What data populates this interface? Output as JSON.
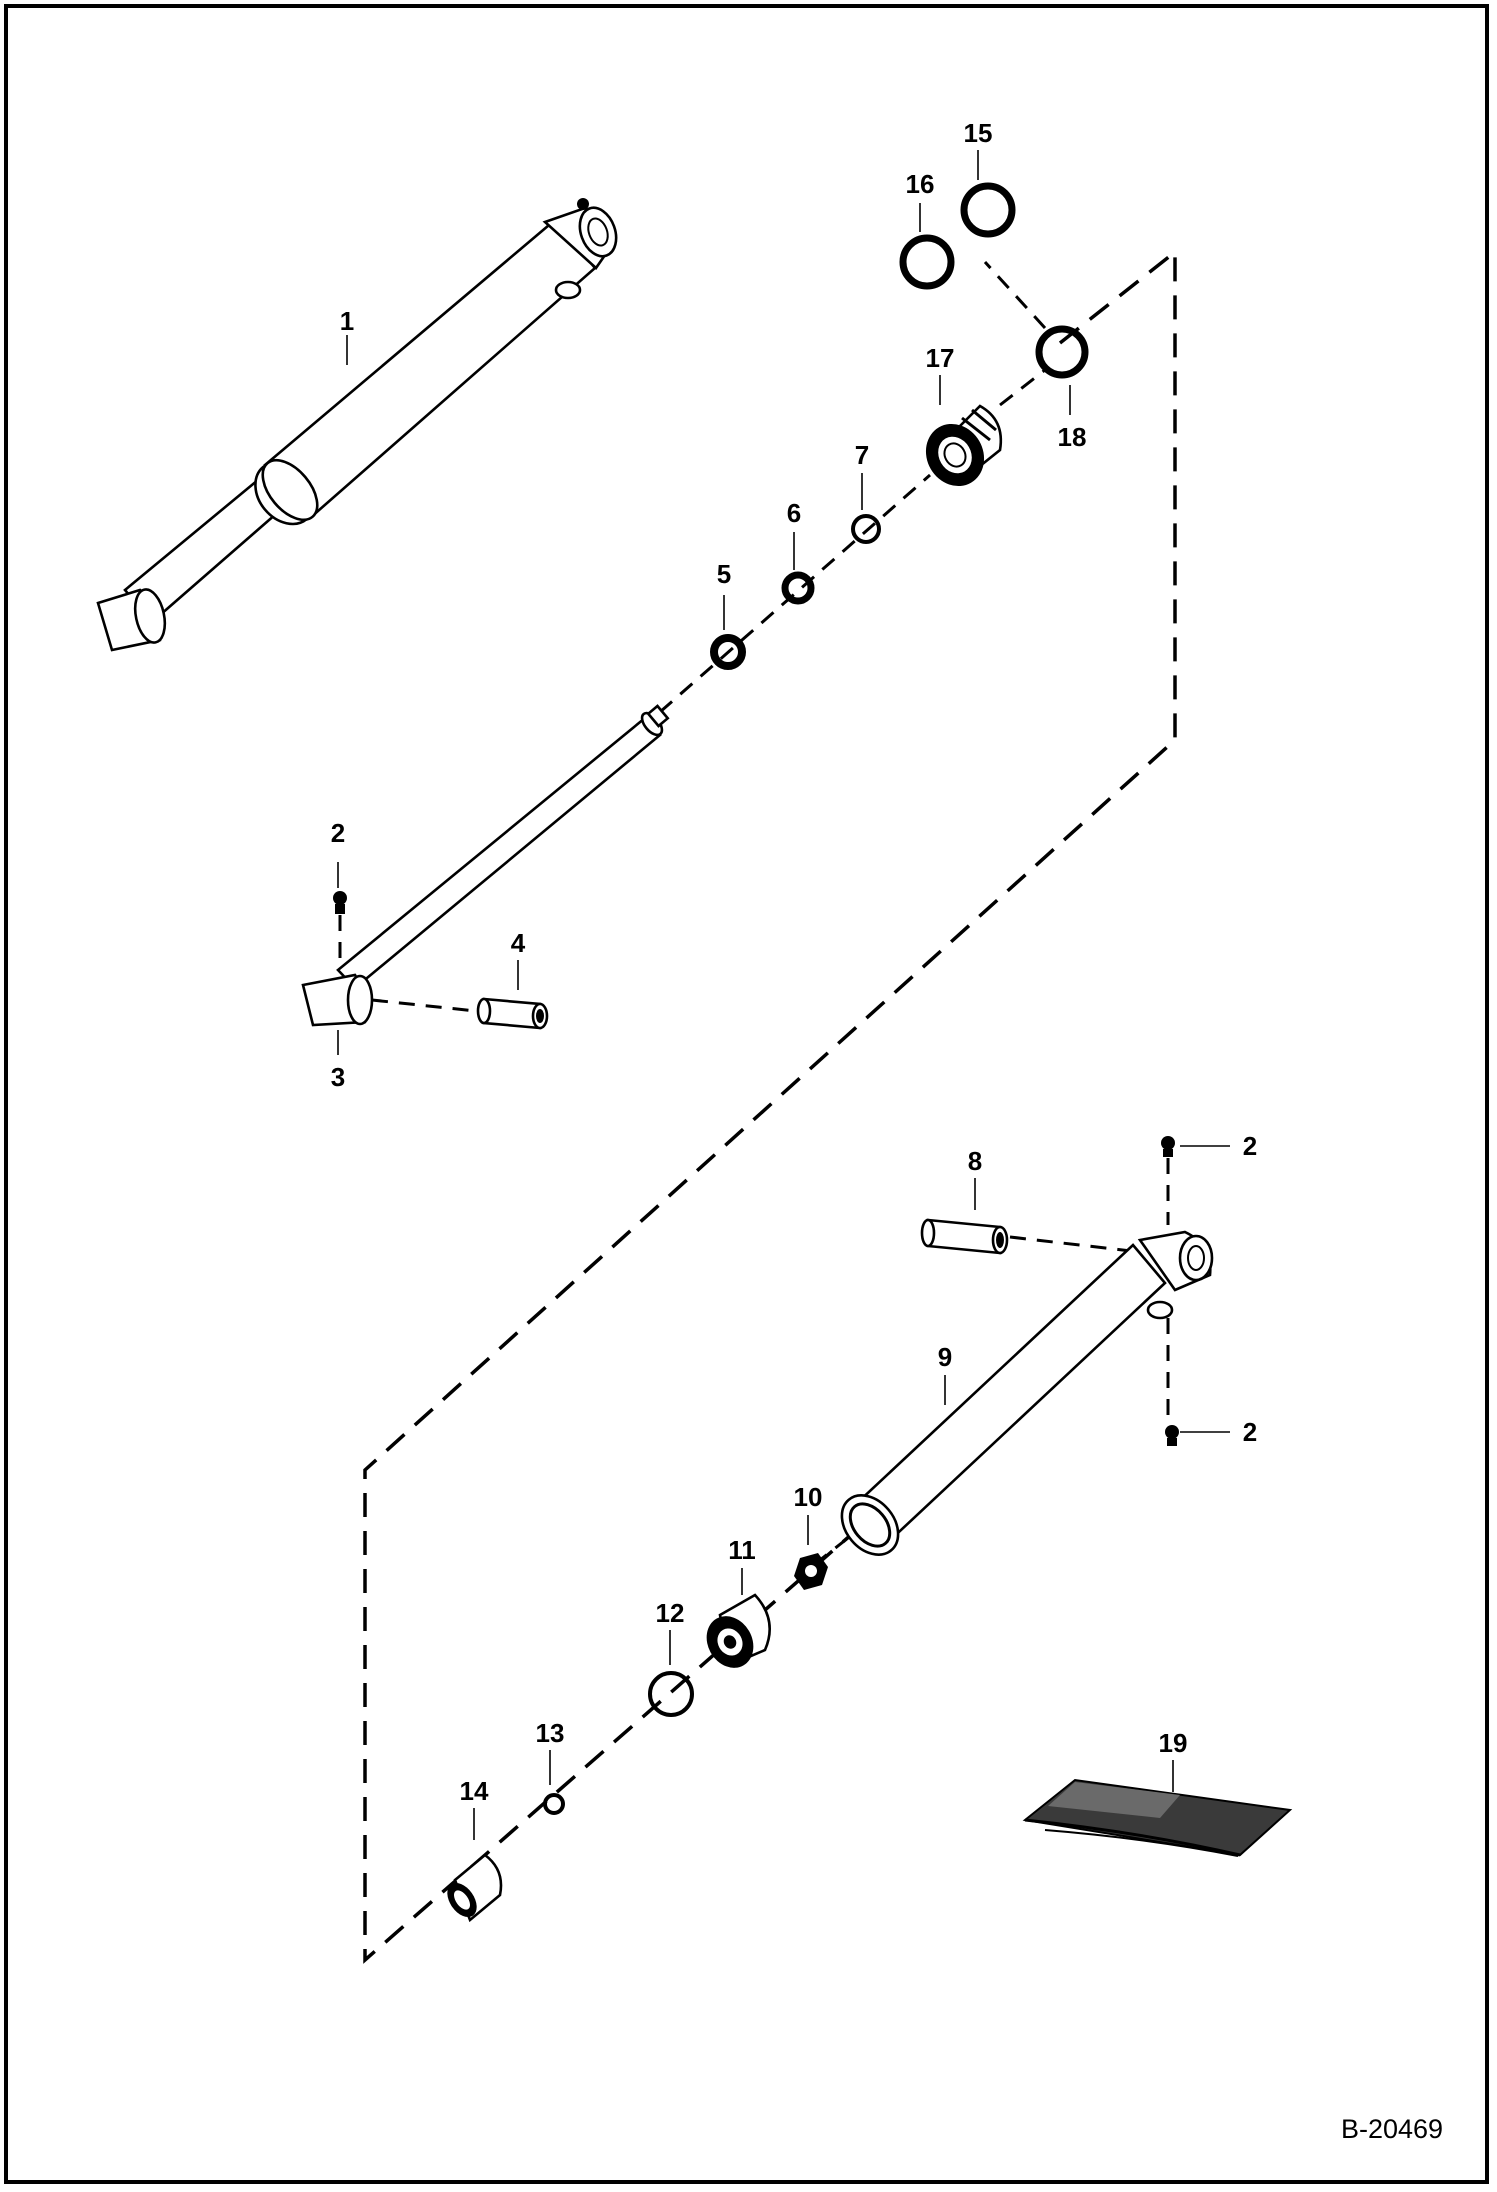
{
  "diagram": {
    "drawing_number": "B-20469",
    "callouts": [
      {
        "id": "c1",
        "number": "1"
      },
      {
        "id": "c2a",
        "number": "2"
      },
      {
        "id": "c2b",
        "number": "2"
      },
      {
        "id": "c2c",
        "number": "2"
      },
      {
        "id": "c3",
        "number": "3"
      },
      {
        "id": "c4",
        "number": "4"
      },
      {
        "id": "c5",
        "number": "5"
      },
      {
        "id": "c6",
        "number": "6"
      },
      {
        "id": "c7",
        "number": "7"
      },
      {
        "id": "c8",
        "number": "8"
      },
      {
        "id": "c9",
        "number": "9"
      },
      {
        "id": "c10",
        "number": "10"
      },
      {
        "id": "c11",
        "number": "11"
      },
      {
        "id": "c12",
        "number": "12"
      },
      {
        "id": "c13",
        "number": "13"
      },
      {
        "id": "c14",
        "number": "14"
      },
      {
        "id": "c15",
        "number": "15"
      },
      {
        "id": "c16",
        "number": "16"
      },
      {
        "id": "c17",
        "number": "17"
      },
      {
        "id": "c18",
        "number": "18"
      },
      {
        "id": "c19",
        "number": "19"
      }
    ]
  }
}
